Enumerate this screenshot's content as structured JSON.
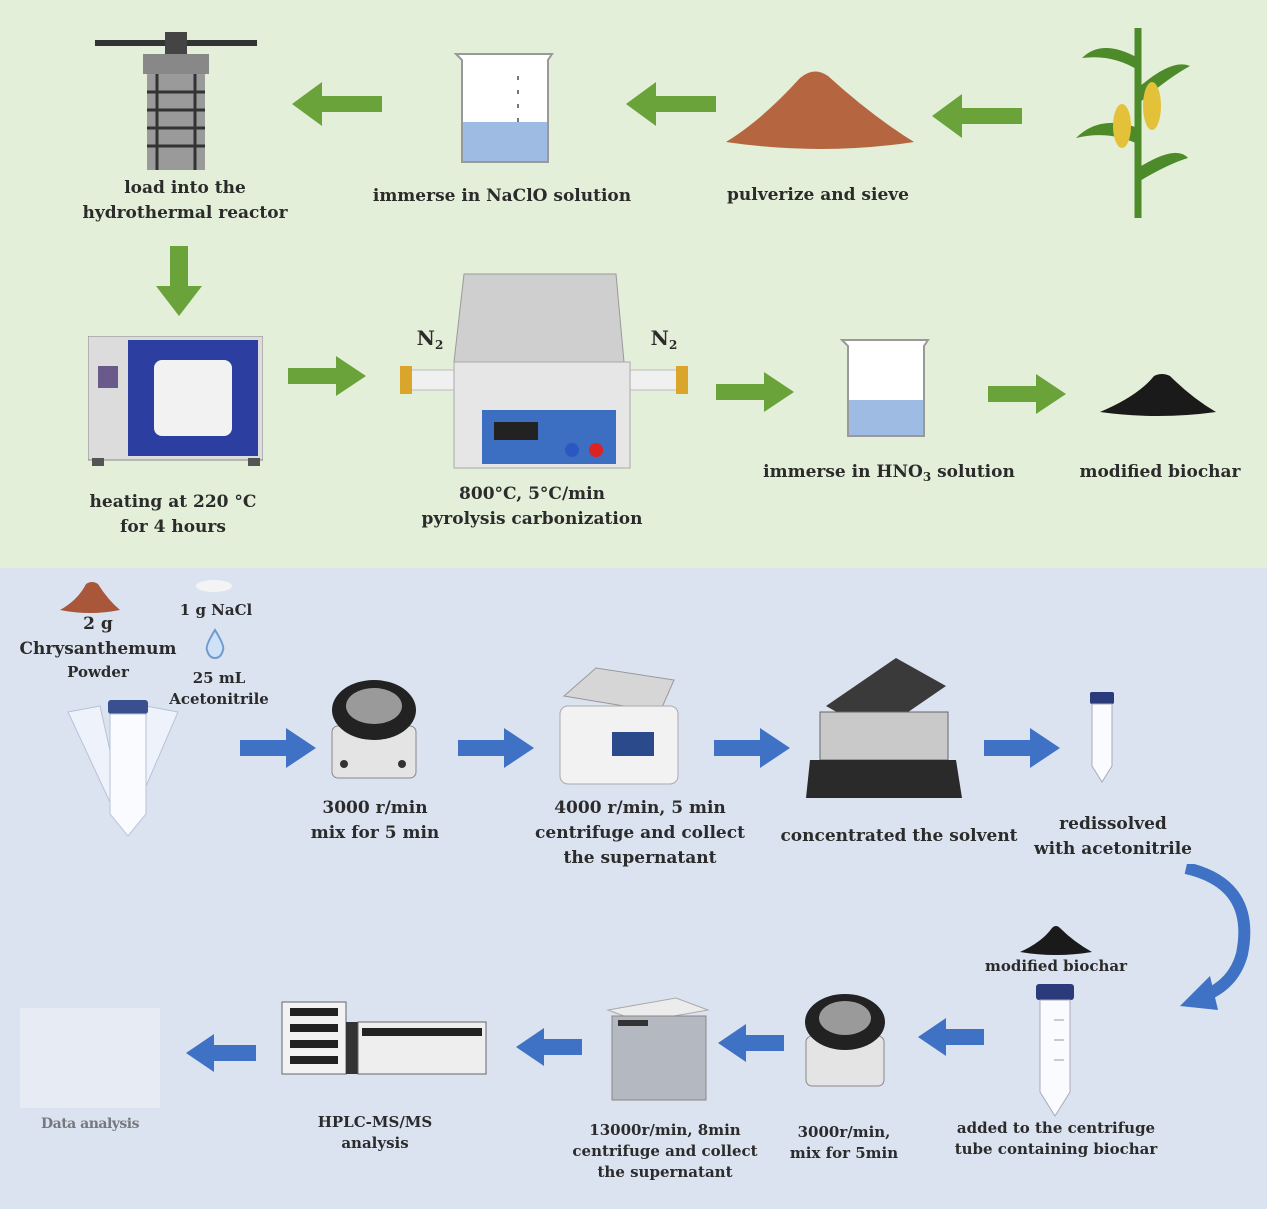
{
  "top": {
    "step_reactor": [
      "load into the",
      "hydrothermal reactor"
    ],
    "step_naclo": "immerse in NaClO solution",
    "step_pulverize": "pulverize and sieve",
    "step_heating": [
      "heating at 220 °C",
      "for 4 hours"
    ],
    "n2_left": "N",
    "n2_right": "N",
    "n2_sub": "2",
    "step_pyrolysis": [
      "800°C,  5°C/min",
      "pyrolysis carbonization"
    ],
    "step_hno3_pre": "immerse in HNO",
    "step_hno3_sub": "3",
    "step_hno3_post": " solution",
    "step_biochar": "modified biochar"
  },
  "bottom": {
    "powder_amount": "2 g",
    "powder_name": "Chrysanthemum",
    "powder_word": "Powder",
    "nacl": "1 g NaCl",
    "acetonitrile_amount": "25 mL",
    "acetonitrile_name": "Acetonitrile",
    "step_mix1": [
      "3000 r/min",
      "mix  for 5 min"
    ],
    "step_centrifuge1": [
      "4000 r/min, 5 min",
      "centrifuge and collect",
      "the supernatant"
    ],
    "step_concentrate": "concentrated  the solvent",
    "step_redissolve": [
      "redissolved",
      "with acetonitrile"
    ],
    "biochar_label": "modified biochar",
    "step_added": [
      "added to the  centrifuge",
      "tube containing biochar"
    ],
    "step_mix2": [
      "3000r/min,",
      "mix  for 5min"
    ],
    "step_centrifuge2": [
      "13000r/min, 8min",
      "centrifuge and collect",
      "the supernatant"
    ],
    "step_hplc": [
      "HPLC-MS/MS",
      "analysis"
    ],
    "step_final": "Data analysis"
  },
  "colors": {
    "green_arrow": "#6aa33a",
    "blue_arrow": "#3f72c4",
    "top_bg": "#e3efd9",
    "bottom_bg": "#dbe3f1"
  }
}
